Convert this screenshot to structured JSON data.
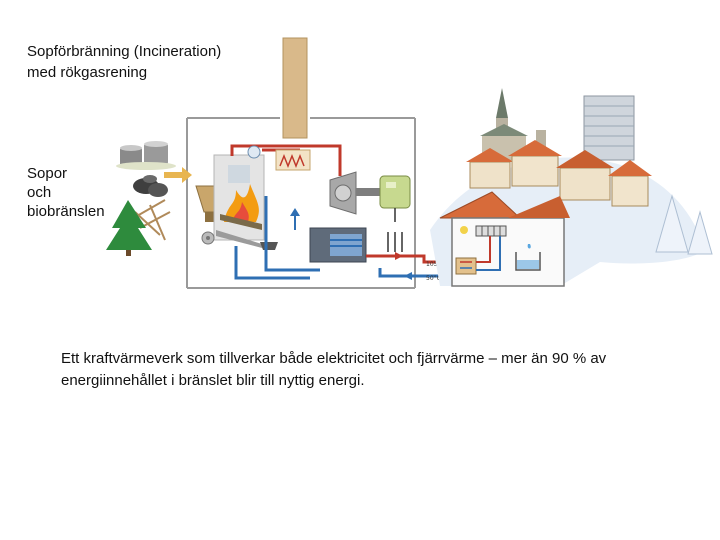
{
  "slide": {
    "title_line1": "Sopförbränning (Incineration)",
    "title_line2": "med rökgasrening",
    "input_line1": "Sopor",
    "input_line2": "och",
    "input_line3": "biobränslen",
    "caption": "Ett kraftvärmeverk  som tillverkar både elektricitet och fjärrvärme – mer än 90 % av energiinnehållet i bränslet blir till nyttig energi."
  },
  "diagram": {
    "temp_supply": "105°C",
    "temp_return": "50°C",
    "colors": {
      "hot_pipe": "#c0392b",
      "cold_pipe": "#2f6fb3",
      "chimney": "#d9b98a",
      "flame": "#f39c12",
      "roof": "#d76b3a",
      "tree": "#2e8b3d"
    }
  }
}
